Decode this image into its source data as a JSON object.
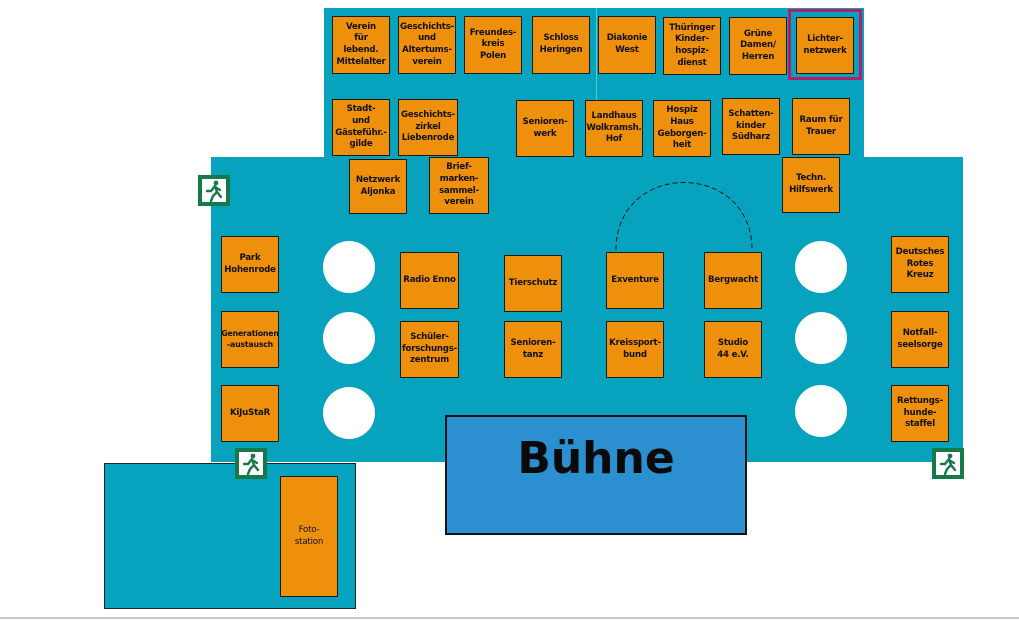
{
  "stage": {
    "label": "Bühne"
  },
  "booths": {
    "top_row": [
      "Verein\nfür\nlebend.\nMittelalter",
      "Geschichts-\nund\nAltertums-\nverein",
      "Freundes-\nkreis\nPolen",
      "Schloss\nHeringen",
      "Diakonie\nWest",
      "Thüringer\nKinder-\nhospiz-\ndienst",
      "Grüne\nDamen/\nHerren",
      "Lichter-\nnetzwerk"
    ],
    "second_row": [
      "Stadt-\nund\nGästeführ.-\ngilde",
      "Geschichts-\nzirkel\nLiebenrode",
      "Senioren-\nwerk",
      "Landhaus\nWolkramsh.\nHof",
      "Hospiz\nHaus\nGeborgen-\nheit",
      "Schatten-\nkinder\nSüdharz",
      "Raum für\nTrauer"
    ],
    "third_row": [
      "Netzwerk\nAljonka",
      "Brief-\nmarken-\nsammel-\nverein",
      "Techn.\nHilfswerk"
    ],
    "left_column": [
      "Park\nHohenrode",
      "Generationen\n-austausch",
      "KiJuStaR"
    ],
    "center": [
      "Radio Enno",
      "Schüler-\nforschungs-\nzentrum",
      "Tierschutz",
      "Senioren-\ntanz",
      "Exventure",
      "Kreissport-\nbund",
      "Bergwacht",
      "Studio\n44 e.V."
    ],
    "right_column": [
      "Deutsches\nRotes\nKreuz",
      "Notfall-\nseelsorge",
      "Rettungs-\nhunde-\nstaffel"
    ],
    "annex": [
      "Foto-\nstation"
    ]
  },
  "highlighted_booth": "Lichter-\nnetzwerk",
  "colors": {
    "floor": "#07a3be",
    "booth": "#ee900b",
    "stage": "#2b8fd0",
    "highlight": "#b0206a",
    "exit": "#17794a"
  }
}
